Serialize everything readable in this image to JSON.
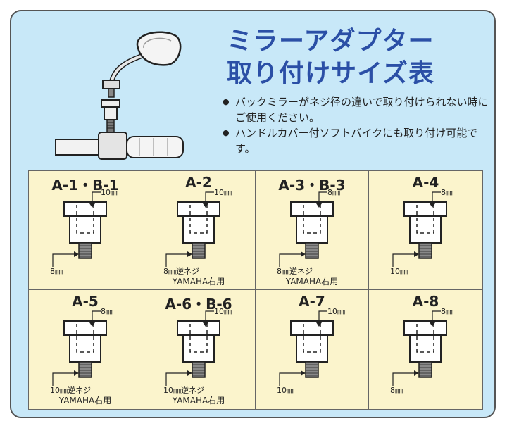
{
  "title": {
    "line1": "ミラーアダプター",
    "line2": "取り付けサイズ表"
  },
  "notes": [
    "バックミラーがネジ径の違いで取り付けられない時にご使用ください。",
    "ハンドルカバー付ソフトバイクにも取り付け可能です。"
  ],
  "adapters": [
    {
      "name": "A-1・B-1",
      "top": "10㎜",
      "bottom": "8㎜",
      "note": "",
      "note2": ""
    },
    {
      "name": "A-2",
      "top": "10㎜",
      "bottom": "8㎜逆ネジ",
      "note": "YAMAHA右用",
      "note2": ""
    },
    {
      "name": "A-3・B-3",
      "top": "8㎜",
      "bottom": "8㎜逆ネジ",
      "note": "YAMAHA右用",
      "note2": ""
    },
    {
      "name": "A-4",
      "top": "8㎜",
      "bottom": "10㎜",
      "note": "",
      "note2": ""
    },
    {
      "name": "A-5",
      "top": "8㎜",
      "bottom": "10㎜逆ネジ",
      "note": "YAMAHA右用",
      "note2": ""
    },
    {
      "name": "A-6・B-6",
      "top": "10㎜",
      "bottom": "10㎜逆ネジ",
      "note": "YAMAHA右用",
      "note2": ""
    },
    {
      "name": "A-7",
      "top": "10㎜",
      "bottom": "10㎜",
      "note": "",
      "note2": ""
    },
    {
      "name": "A-8",
      "top": "8㎜",
      "bottom": "8㎜",
      "note": "",
      "note2": ""
    }
  ],
  "colors": {
    "title": "#2b4fa6",
    "frame": "#c8e8f8",
    "table": "#fbf4cc"
  }
}
